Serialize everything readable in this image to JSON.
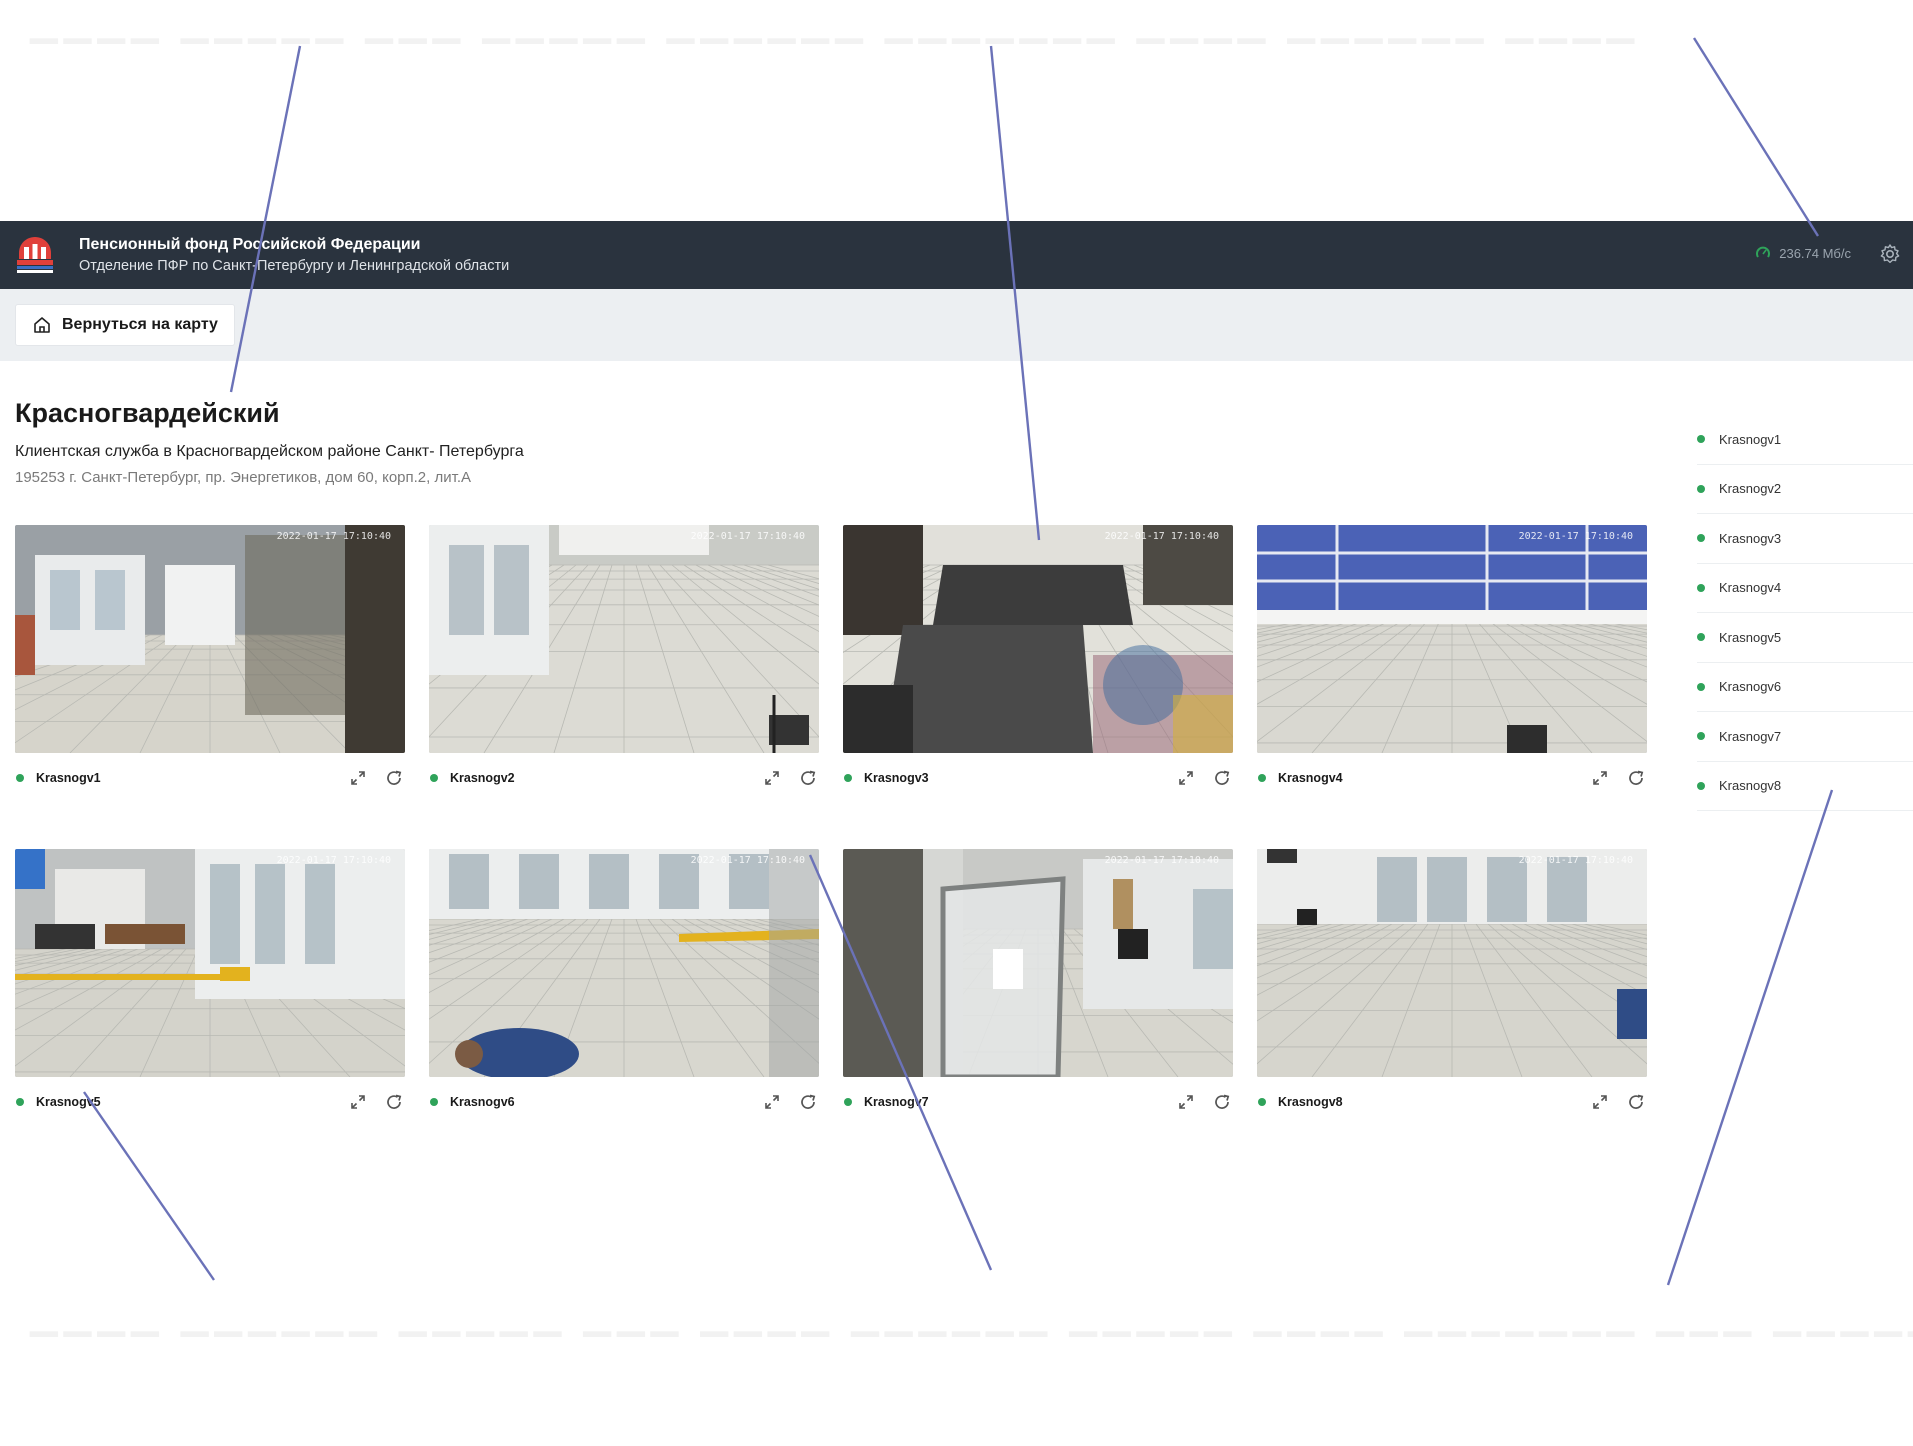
{
  "header": {
    "org_title": "Пенсионный фонд Российской Федерации",
    "org_subtitle": "Отделение ПФР по Санкт-Петербургу и Ленинградской области",
    "speed": "236.74 Мб/с",
    "accent": "#2a333e"
  },
  "toolbar": {
    "back_label": "Вернуться на карту"
  },
  "location": {
    "title": "Красногвардейский",
    "subtitle": "Клиентская служба в Красногвардейском районе Санкт- Петербурга",
    "address": "195253 г. Санкт-Петербург, пр. Энергетиков, дом 60, корп.2, лит.А"
  },
  "cameras": [
    {
      "name": "Krasnogv1",
      "timestamp": "2022-01-17 17:10:40",
      "status": "online"
    },
    {
      "name": "Krasnogv2",
      "timestamp": "2022-01-17 17:10:40",
      "status": "online"
    },
    {
      "name": "Krasnogv3",
      "timestamp": "2022-01-17 17:10:40",
      "status": "online"
    },
    {
      "name": "Krasnogv4",
      "timestamp": "2022-01-17 17:10:40",
      "status": "online"
    },
    {
      "name": "Krasnogv5",
      "timestamp": "2022-01-17 17:10:40",
      "status": "online"
    },
    {
      "name": "Krasnogv6",
      "timestamp": "2022-01-17 17:10:40",
      "status": "online"
    },
    {
      "name": "Krasnogv7",
      "timestamp": "2022-01-17 17:10:40",
      "status": "online"
    },
    {
      "name": "Krasnogv8",
      "timestamp": "2022-01-17 17:10:40",
      "status": "online"
    }
  ],
  "camera_list": [
    "Krasnogv1",
    "Krasnogv2",
    "Krasnogv3",
    "Krasnogv4",
    "Krasnogv5",
    "Krasnogv6",
    "Krasnogv7",
    "Krasnogv8"
  ],
  "icons": {
    "expand": "expand-icon",
    "refresh": "refresh-icon",
    "settings": "gear-icon",
    "home": "home-icon",
    "speed": "speedometer-icon"
  },
  "colors": {
    "status_online": "#2fa35a",
    "callout_line": "#6b72b8"
  }
}
